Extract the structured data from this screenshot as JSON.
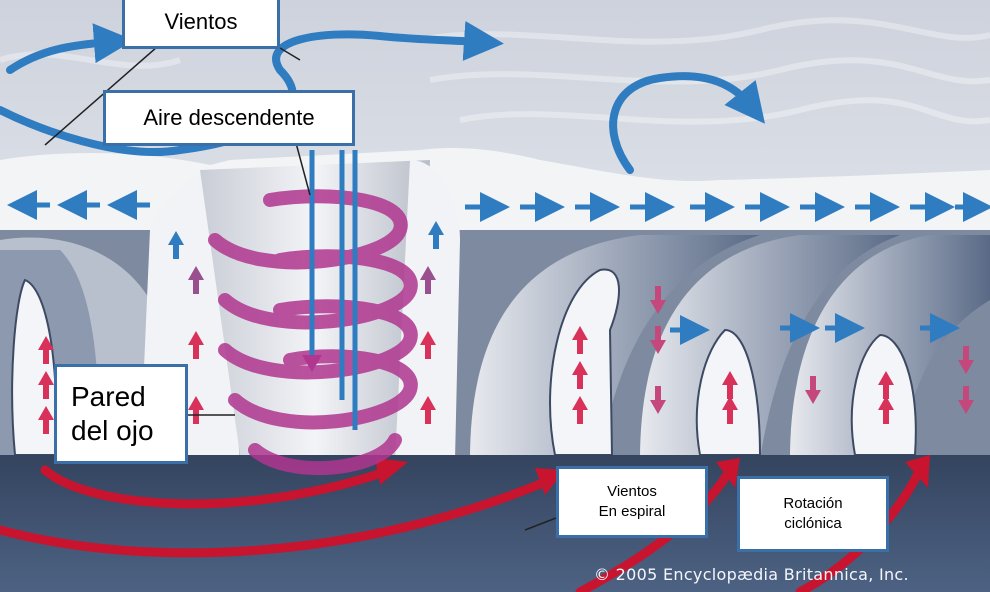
{
  "labels": {
    "vientos": "Vientos",
    "aire_descendente": "Aire descendente",
    "pared_line1": "Pared",
    "pared_line2": "del ojo",
    "espiral_line1": "Vientos",
    "espiral_line2": "En espiral",
    "rotacion_line1": "Rotación",
    "rotacion_line2": "ciclónica"
  },
  "credit": "© 2005 Encyclopædia Britannica, Inc.",
  "colors": {
    "sky_cloud": "#d9dde6",
    "ocean": "#3e5170",
    "outflow_arrow": "#2f7cc0",
    "updraft_arrow": "#d8325a",
    "eye_spiral": "#b0368f",
    "inflow_arrow": "#c8142e",
    "label_border": "#3a6fa8"
  },
  "icons": [
    "outflow-arrow",
    "updraft-arrow",
    "downdraft-arrow",
    "spiral-ribbon"
  ]
}
